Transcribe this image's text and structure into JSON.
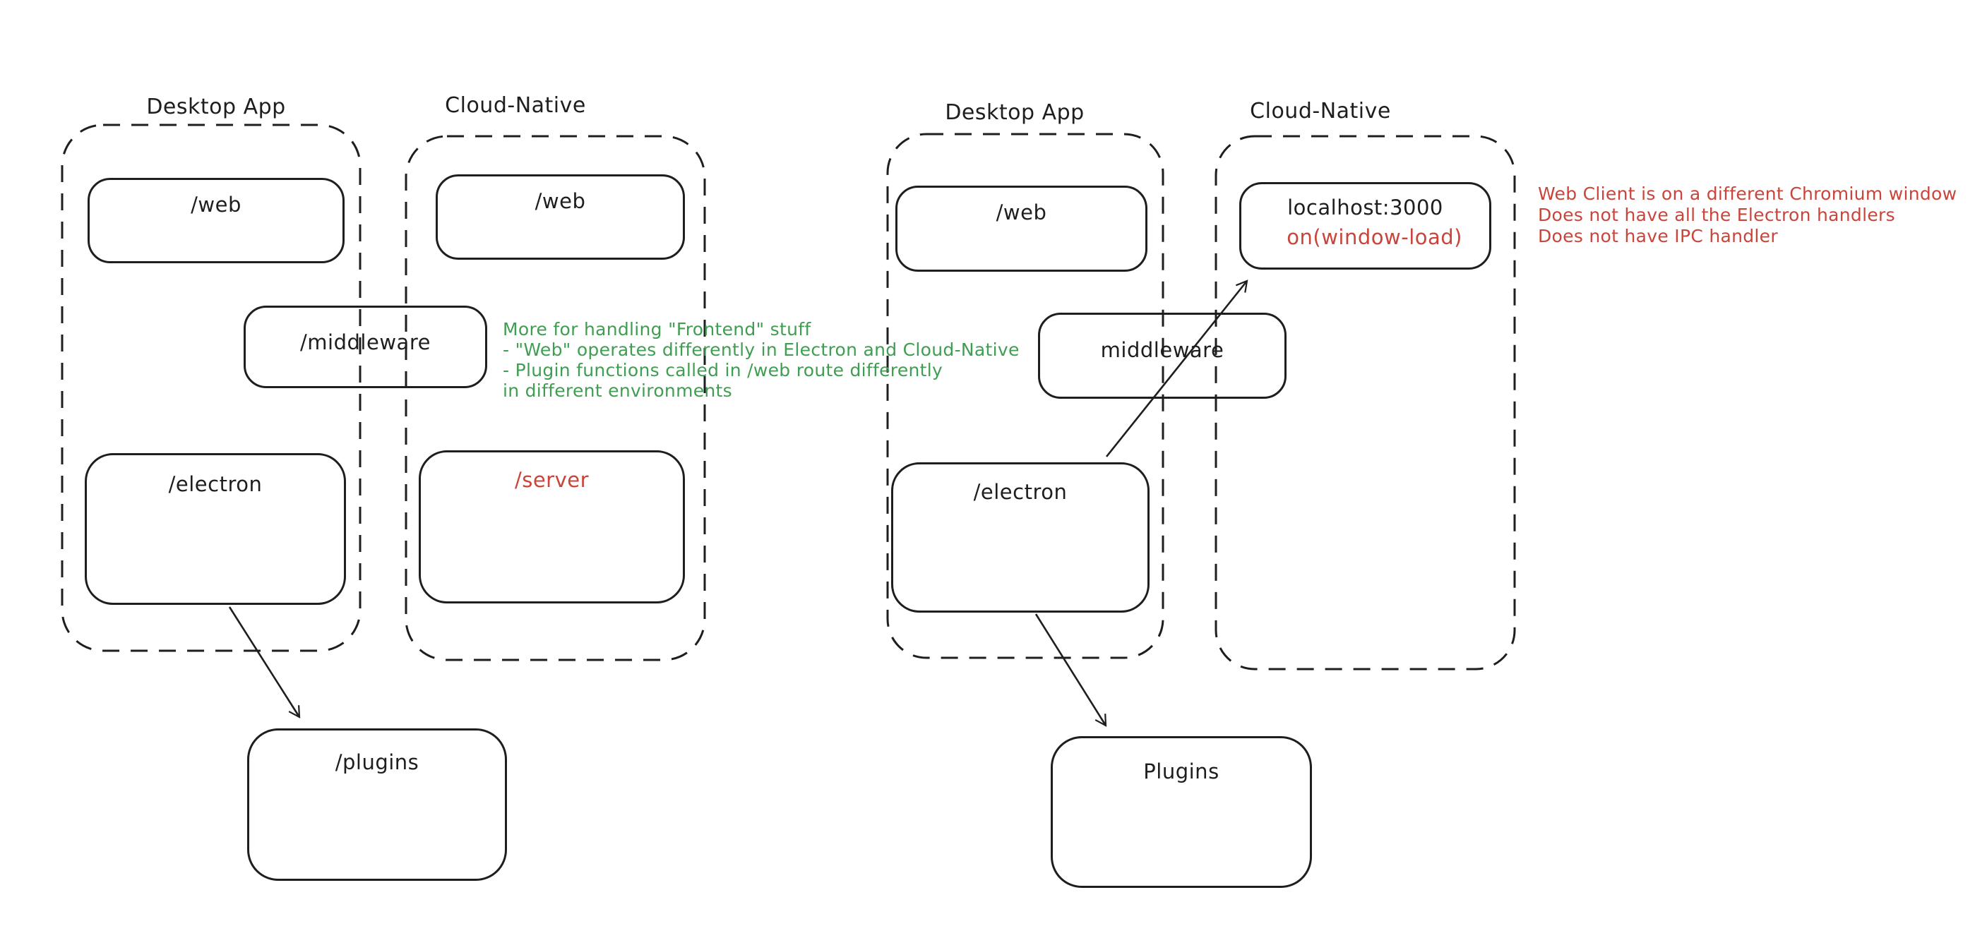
{
  "colors": {
    "stroke": "#1e1e1e",
    "annotation_green": "#3f9e51",
    "annotation_red": "#c9453b",
    "background": "#ffffff"
  },
  "left": {
    "desktop_app_title": "Desktop App",
    "cloud_native_title": "Cloud-Native",
    "web_desktop_label": "/web",
    "web_cloud_label": "/web",
    "middleware_label": "/middleware",
    "electron_label": "/electron",
    "server_label": "/server",
    "plugins_label": "/plugins",
    "green_note_lines": [
      "More for handling \"Frontend\" stuff",
      "- \"Web\" operates differently in Electron and Cloud-Native",
      "- Plugin functions called in /web route differently",
      "in different environments"
    ]
  },
  "right": {
    "desktop_app_title": "Desktop App",
    "cloud_native_title": "Cloud-Native",
    "web_label": "/web",
    "localhost_label": "localhost:3000",
    "window_load_label": "on(window-load)",
    "middleware_label": "middleware",
    "electron_label": "/electron",
    "plugins_label": "Plugins",
    "red_note_lines": [
      "Web Client is on a different Chromium window",
      "Does not have all the Electron handlers",
      "Does not have IPC handler"
    ]
  }
}
